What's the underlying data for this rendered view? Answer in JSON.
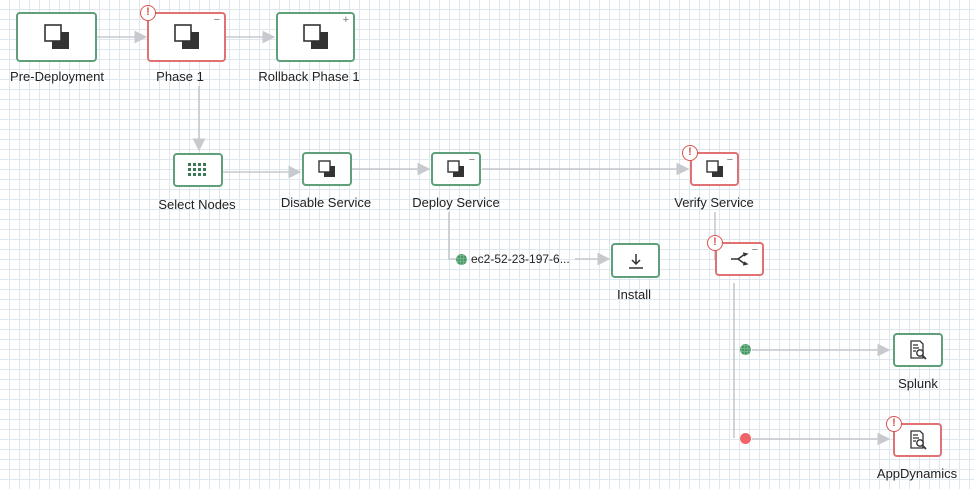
{
  "colors": {
    "ok": "#5fa07a",
    "error": "#e07274",
    "edge": "#c6c9cd"
  },
  "nodes": {
    "pre_deployment": {
      "label": "Pre-Deployment",
      "icon": "phase-icon",
      "status": "ok"
    },
    "phase_1": {
      "label": "Phase 1",
      "icon": "phase-icon",
      "status": "error",
      "control": "−",
      "warning": "!"
    },
    "rollback_phase_1": {
      "label": "Rollback Phase 1",
      "icon": "phase-icon",
      "status": "ok",
      "control": "+"
    },
    "select_nodes": {
      "label": "Select Nodes",
      "icon": "grid-icon",
      "status": "ok"
    },
    "disable_service": {
      "label": "Disable Service",
      "icon": "phase-icon",
      "status": "ok"
    },
    "deploy_service": {
      "label": "Deploy Service",
      "icon": "phase-icon",
      "status": "ok",
      "control": "−"
    },
    "verify_service": {
      "label": "Verify Service",
      "icon": "phase-icon",
      "status": "error",
      "control": "−",
      "warning": "!"
    },
    "fork": {
      "icon": "fork-icon",
      "status": "error",
      "control": "−",
      "warning": "!"
    },
    "host": {
      "label": "ec2-52-23-197-6...",
      "status": "ok"
    },
    "install": {
      "label": "Install",
      "icon": "download-icon",
      "status": "ok"
    },
    "splunk": {
      "label": "Splunk",
      "icon": "log-search-icon",
      "status": "ok"
    },
    "appdynamics": {
      "label": "AppDynamics",
      "icon": "log-search-icon",
      "status": "error",
      "warning": "!"
    }
  }
}
